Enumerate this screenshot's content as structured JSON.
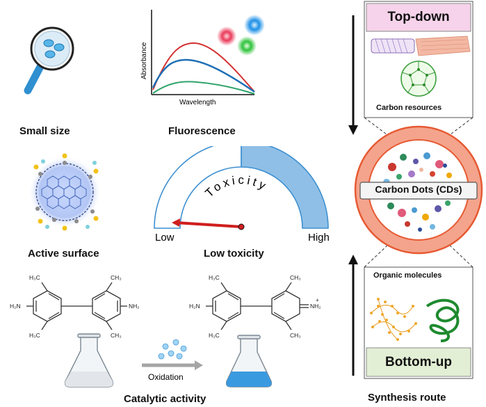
{
  "captions": {
    "small_size": "Small size",
    "fluorescence": "Fluorescence",
    "active_surface": "Active surface",
    "low_toxicity": "Low toxicity",
    "catalytic_activity": "Catalytic activity",
    "synthesis_route": "Synthesis route"
  },
  "fluorescence_plot": {
    "ylabel": "Absorbance",
    "xlabel": "Wavelength",
    "colors": [
      "#d32f2f",
      "#1f6fb5",
      "#2ea36a"
    ]
  },
  "gauge": {
    "title": "Toxicity",
    "low_label": "Low",
    "high_label": "High",
    "accent": "#8fbfe6",
    "needle_color": "#d01e1e"
  },
  "reaction": {
    "ch3": "H₃C",
    "ch3_right": "CH₃",
    "nh2": "NH₂",
    "h2n": "H₂N",
    "nh2_plus": "NH₂",
    "arrow_label": "Oxidation"
  },
  "synthesis": {
    "top_down_label": "Top-down",
    "bottom_up_label": "Bottom-up",
    "carbon_resources": "Carbon resources",
    "organic_molecules": "Organic molecules",
    "cds_label": "Carbon Dots (CDs)",
    "top_fill": "#f6d3ea",
    "bottom_fill": "#e2efd5",
    "ring_color": "#f4a48c",
    "ring_stroke": "#e65a33"
  }
}
